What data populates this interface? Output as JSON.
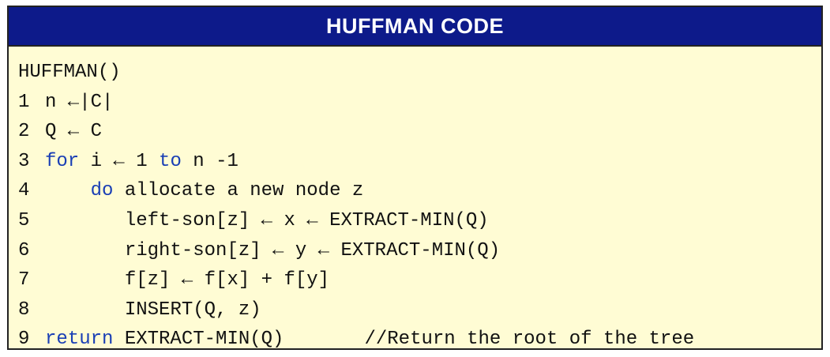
{
  "title": "HUFFMAN CODE",
  "colors": {
    "header_bg": "#0d1a8a",
    "box_bg": "#fffcd4",
    "keyword": "#1a3fb5"
  },
  "code": {
    "signature": "HUFFMAN()",
    "lines": [
      {
        "num": "1",
        "indent": "",
        "keyword": "",
        "text": "n ←|C|"
      },
      {
        "num": "2",
        "indent": "",
        "keyword": "",
        "text": "Q ← C"
      },
      {
        "num": "3",
        "indent": "",
        "keyword": "for",
        "text": " i ← 1 ",
        "keyword2": "to",
        "text2": " n -1"
      },
      {
        "num": "4",
        "indent": "    ",
        "keyword": "do",
        "text": " allocate a new node z"
      },
      {
        "num": "5",
        "indent": "       ",
        "keyword": "",
        "text": "left-son[z] ← x ← EXTRACT-MIN(Q)"
      },
      {
        "num": "6",
        "indent": "       ",
        "keyword": "",
        "text": "right-son[z] ← y ← EXTRACT-MIN(Q)"
      },
      {
        "num": "7",
        "indent": "       ",
        "keyword": "",
        "text": "f[z] ← f[x] + f[y]"
      },
      {
        "num": "8",
        "indent": "       ",
        "keyword": "",
        "text": "INSERT(Q, z)"
      },
      {
        "num": "9",
        "indent": "",
        "keyword": "return",
        "text": " EXTRACT-MIN(Q)",
        "comment": "//Return the root of the tree"
      }
    ]
  }
}
